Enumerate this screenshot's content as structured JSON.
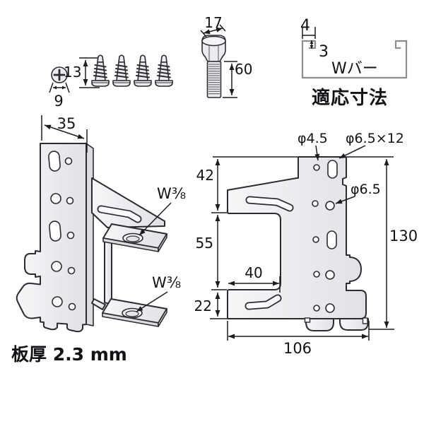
{
  "fasteners": {
    "screw_head_dia_dim": "9",
    "screw_length_dim": "13",
    "bolt_head_width_dim": "17",
    "bolt_length_dim": "60"
  },
  "wbar_profile": {
    "lip_width_dim": "4",
    "lip_height_dim": "3",
    "bar_label": "Wバー",
    "caption": "適応寸法"
  },
  "iso_view": {
    "top_width_dim": "35",
    "upper_thread_label": "W⅜",
    "lower_thread_label": "W⅜",
    "thickness_note": "板厚 2.3 mm"
  },
  "side_view": {
    "small_hole_label": "φ4.5",
    "slot_hole_label": "φ6.5×12",
    "large_hole_label": "φ6.5",
    "seg_top_dim": "42",
    "seg_mid_dim": "55",
    "seg_bottom_dim": "22",
    "inner_width_dim": "40",
    "height_dim": "130",
    "width_dim": "106"
  },
  "colors": {
    "outline": "#2b2b31",
    "dim_line": "#1c1c22",
    "metal_light": "#f6f6f8",
    "metal_dark": "#e1e1e6",
    "wbar_line": "#8d8d91",
    "background": "#ffffff"
  }
}
